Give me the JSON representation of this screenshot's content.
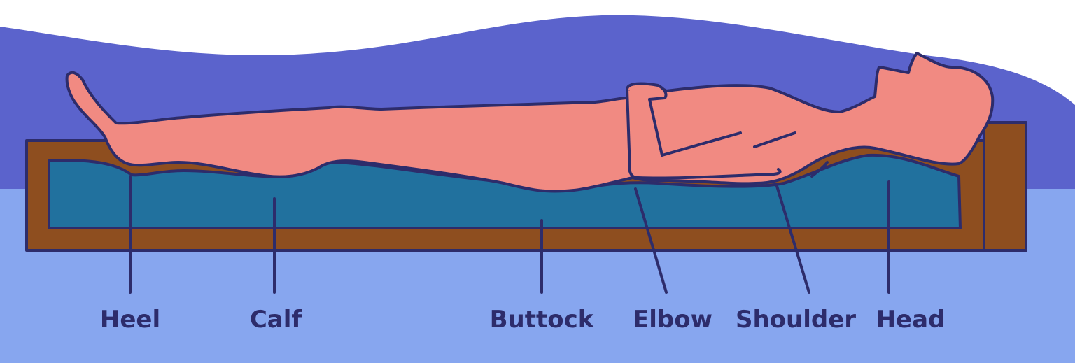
{
  "labels": {
    "heel": "Heel",
    "calf": "Calf",
    "buttock": "Buttock",
    "elbow": "Elbow",
    "shoulder": "Shoulder",
    "head": "Head"
  },
  "colors": {
    "wave": "#5b63cc",
    "floor": "#87a6ef",
    "frame": "#8e4e1f",
    "foam": "#21719e",
    "body": "#f18a82",
    "outline": "#2d2c6b"
  }
}
